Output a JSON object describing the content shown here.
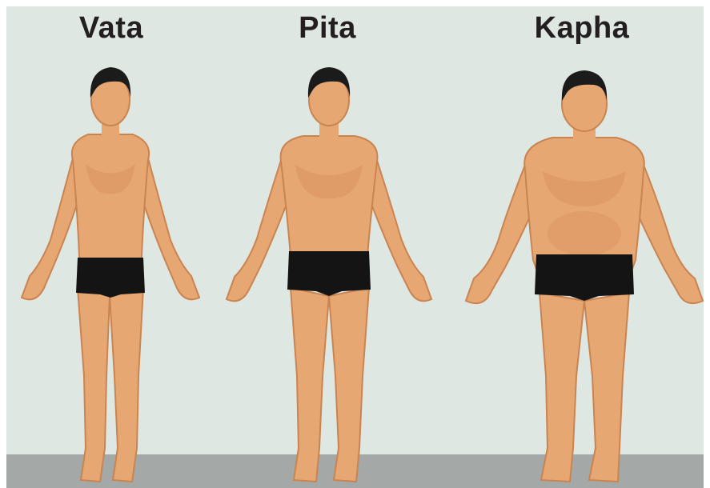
{
  "labels": {
    "vata": "Vata",
    "pita": "Pita",
    "kapha": "Kapha"
  },
  "colors": {
    "wall": "#dfe7e2",
    "floor": "#a4a8a6",
    "skin": "#e7a773",
    "skin_shadow": "#c98451",
    "hair": "#1b1b1b",
    "underwear": "#141414",
    "label_text": "#231f20"
  },
  "figures": [
    {
      "name": "vata",
      "build": "thin"
    },
    {
      "name": "pita",
      "build": "medium"
    },
    {
      "name": "kapha",
      "build": "heavy"
    }
  ]
}
